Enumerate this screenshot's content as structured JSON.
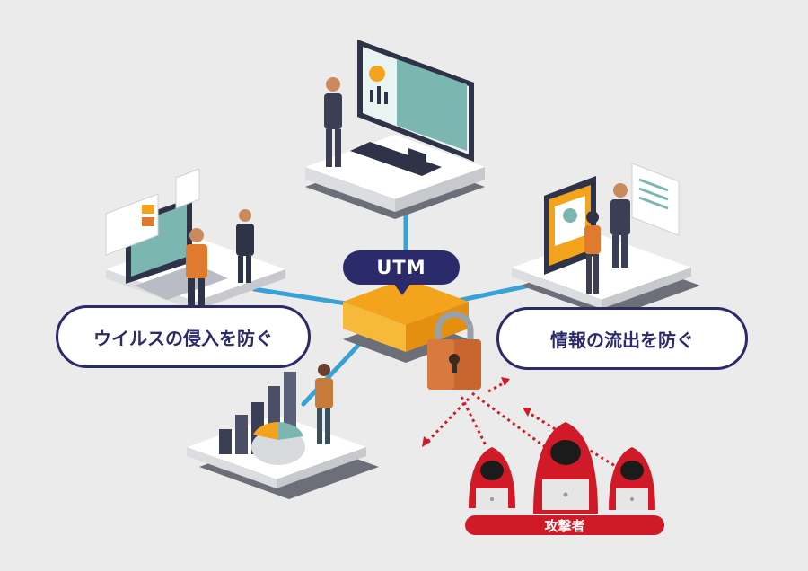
{
  "hub": {
    "label": "UTM"
  },
  "callouts": {
    "left": "ウイルスの侵入を防ぐ",
    "right": "情報の流出を防ぐ"
  },
  "attackers": {
    "label": "攻撃者"
  },
  "colors": {
    "navy": "#2b2a6b",
    "connector": "#3aa1d6",
    "hub_orange": "#f4a31c",
    "attacker_red": "#d01a28",
    "padlock": "#c9652e",
    "background": "#ebebeb"
  },
  "icons": {
    "hub": "utm-device-icon",
    "lock": "padlock-icon",
    "attacker": "hooded-hacker-icon"
  }
}
